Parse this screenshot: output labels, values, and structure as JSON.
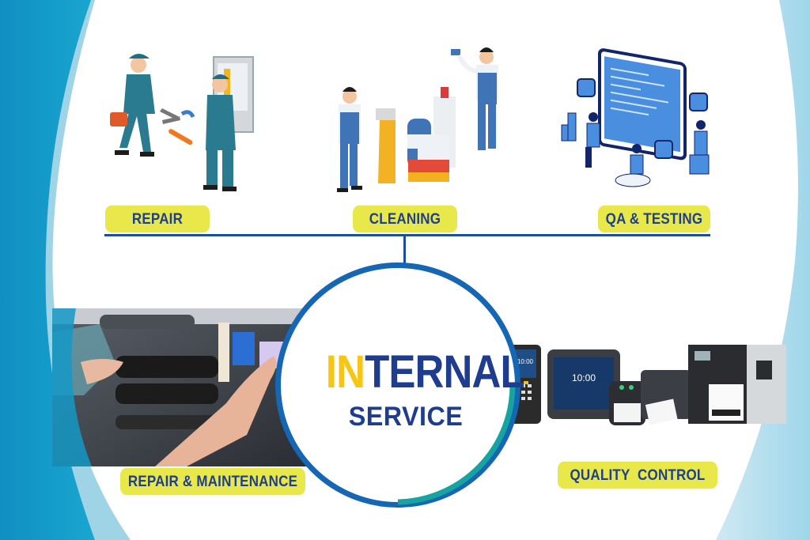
{
  "graphic": {
    "title_highlight": "IN",
    "title_rest": "TERNAL",
    "subtitle": "SERVICE",
    "colors": {
      "navy": "#1e3d8f",
      "yellow_text": "#f7c514",
      "label_bg": "#e8e84a",
      "left_band": "#1499c7",
      "right_band": "#a8d9ea",
      "circle_blue": "#1566b3",
      "circle_teal": "#17a3a0"
    }
  },
  "services_top": [
    {
      "label": "REPAIR",
      "icon": "technician-repair-icon"
    },
    {
      "label": "CLEANING",
      "icon": "cleaning-crew-icon"
    },
    {
      "label": "QA & TESTING",
      "icon": "qa-testing-icon"
    }
  ],
  "services_bottom": [
    {
      "label": "REPAIR & MAINTENANCE",
      "image": "printer-maintenance-photo"
    },
    {
      "label": "QUALITY  CONTROL",
      "image": "zebra-devices-lineup"
    }
  ],
  "devices": {
    "tablet_clock": "10:00",
    "handheld_clock": "10:00"
  }
}
